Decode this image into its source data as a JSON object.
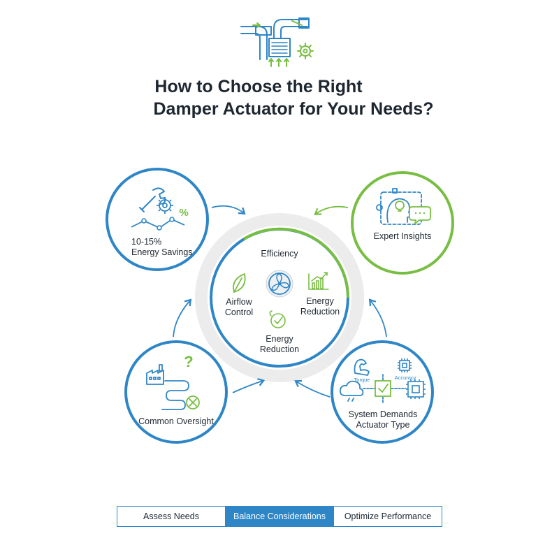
{
  "title": {
    "line1": "How to Choose the Right",
    "line2": "Damper Actuator for Your Needs?"
  },
  "colors": {
    "blue": "#2f86c6",
    "green": "#78be42",
    "gray_ring": "#ececec",
    "text": "#1f2933"
  },
  "center": {
    "top_label": "Efficiency",
    "left_label": "Airflow\nControl",
    "right_label": "Energy\nReduction",
    "bottom_label": "Energy\nReduction",
    "icons": [
      "fan-icon",
      "leaf-icon",
      "growth-chart-icon",
      "eco-check-icon"
    ]
  },
  "nodes": {
    "savings": {
      "label": "10-15%\nEnergy Savings",
      "symbol": "%",
      "icons": [
        "wrench-icon",
        "gear-icon",
        "trend-line-icon"
      ]
    },
    "expert": {
      "label": "Expert Insights",
      "icons": [
        "head-bulb-icon",
        "chat-bubble-icon"
      ]
    },
    "oversight": {
      "label": "Common Oversight",
      "symbol": "?",
      "icons": [
        "factory-icon",
        "winding-path-icon",
        "cross-circle-icon"
      ]
    },
    "demands": {
      "label": "System Demands\nActuator Type",
      "tag1": "Torque",
      "tag2": "Accuracy",
      "icons": [
        "arm-icon",
        "chip-icon",
        "cloud-icon",
        "checkbox-icon"
      ]
    }
  },
  "steps": [
    {
      "label": "Assess Needs",
      "active": false
    },
    {
      "label": "Balance Considerations",
      "active": true
    },
    {
      "label": "Optimize Performance",
      "active": false
    }
  ]
}
